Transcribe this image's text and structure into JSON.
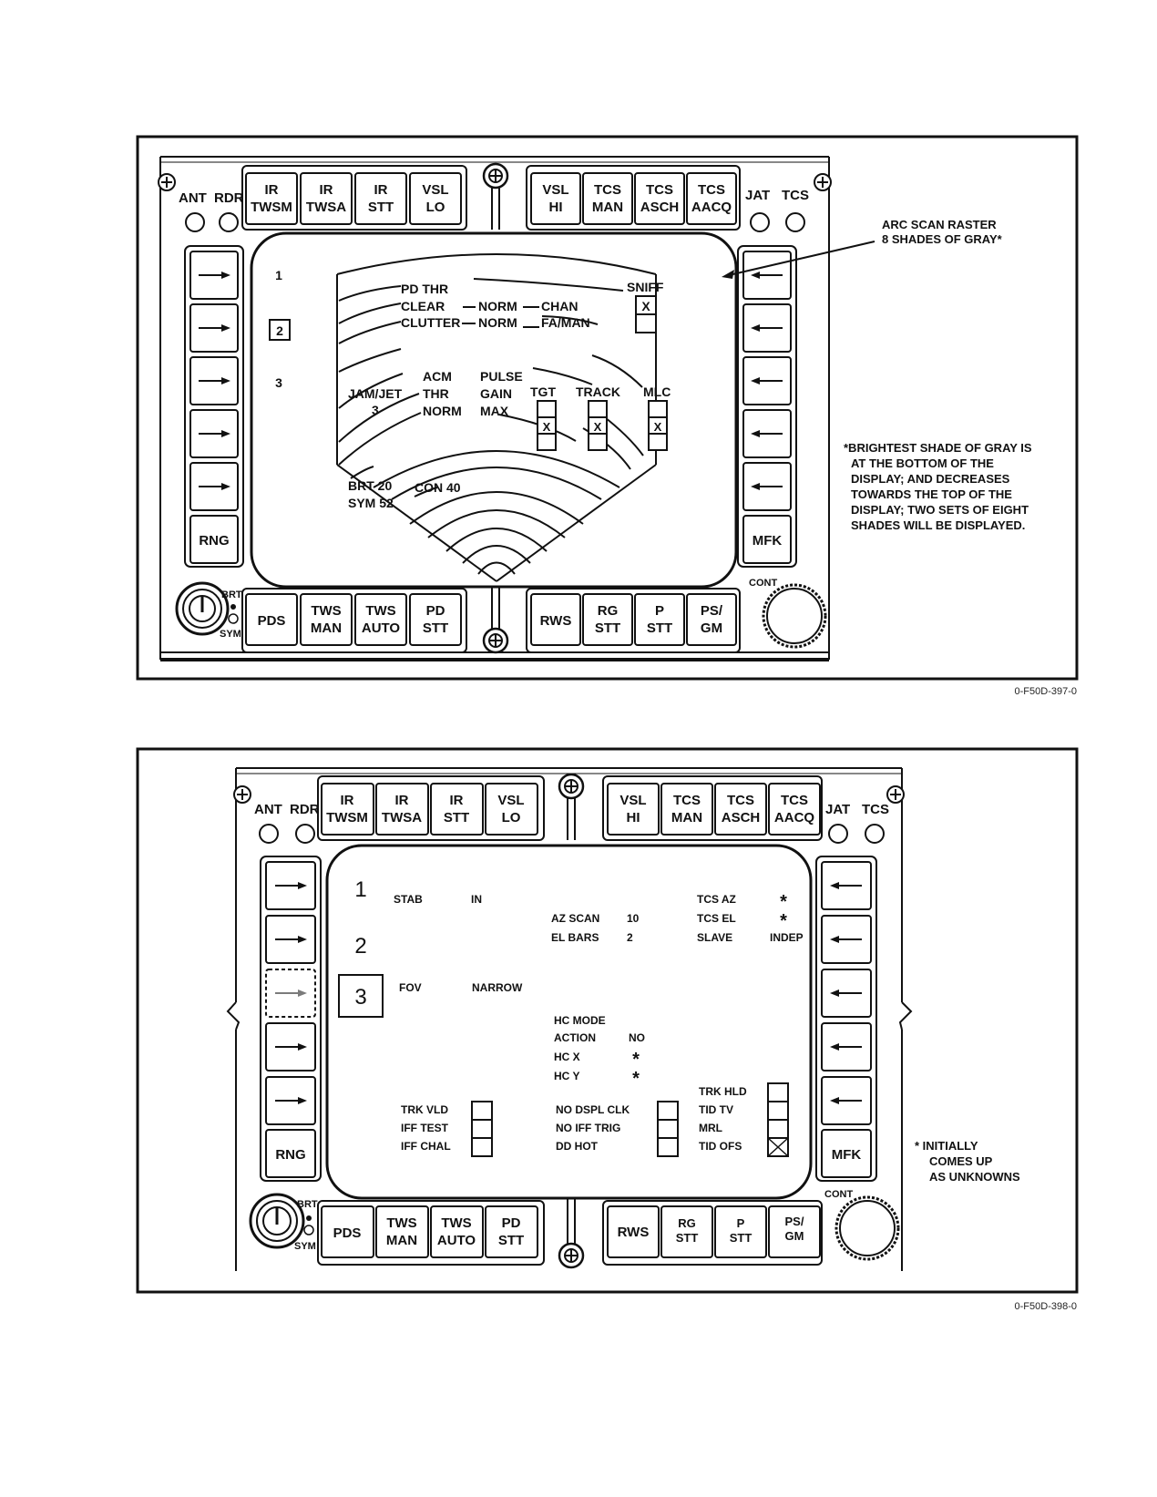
{
  "figure1": {
    "id": "0-F50D-397-0",
    "top_left": [
      "ANT",
      "RDR"
    ],
    "top_right": [
      "JAT",
      "TCS"
    ],
    "top_left_buttons": [
      [
        "IR",
        "TWSM"
      ],
      [
        "IR",
        "TWSA"
      ],
      [
        "IR",
        "STT"
      ],
      [
        "VSL",
        "LO"
      ]
    ],
    "top_right_buttons": [
      [
        "VSL",
        "HI"
      ],
      [
        "TCS",
        "MAN"
      ],
      [
        "TCS",
        "ASCH"
      ],
      [
        "TCS",
        "AACQ"
      ]
    ],
    "bottom_left_buttons": [
      [
        "PDS"
      ],
      [
        "TWS",
        "MAN"
      ],
      [
        "TWS",
        "AUTO"
      ],
      [
        "PD",
        "STT"
      ]
    ],
    "bottom_right_buttons": [
      [
        "RWS"
      ],
      [
        "RG",
        "STT"
      ],
      [
        "P",
        "STT"
      ],
      [
        "PS/",
        "GM"
      ]
    ],
    "left_bottom_button": "RNG",
    "right_bottom_button": "MFK",
    "knob_left": [
      "BRT",
      "SYM"
    ],
    "knob_right": "CONT",
    "screen": {
      "num1": "1",
      "num2": "2",
      "num3": "3",
      "pd_thr": "PD THR",
      "sniff": "SNIFF",
      "clear": "CLEAR",
      "norm1": "NORM",
      "chan": "CHAN",
      "clutter": "CLUTTER",
      "norm2": "NORM",
      "faman": "FA/MAN",
      "acm": "ACM",
      "pulse": "PULSE",
      "jamjet": "JAM/JET",
      "jam_value": "3",
      "thr": "THR",
      "gain": "GAIN",
      "tgt": "TGT",
      "track": "TRACK",
      "mlc": "MLC",
      "norm3": "NORM",
      "max": "MAX",
      "brt": "BRT 20",
      "con": "CON 40",
      "sym": "SYM 52",
      "x": "X"
    },
    "callout": [
      "ARC SCAN RASTER",
      "8 SHADES OF GRAY*"
    ],
    "note": [
      "*BRIGHTEST SHADE OF GRAY IS",
      "AT THE BOTTOM OF THE",
      "DISPLAY; AND DECREASES",
      "TOWARDS THE TOP OF THE",
      "DISPLAY; TWO SETS OF EIGHT",
      "SHADES WILL BE DISPLAYED."
    ]
  },
  "figure2": {
    "id": "0-F50D-398-0",
    "screen": {
      "num1": "1",
      "num2": "2",
      "num3": "3",
      "stab": "STAB",
      "stab_val": "IN",
      "az_scan": "AZ SCAN",
      "az_val": "10",
      "el_bars": "EL BARS",
      "el_val": "2",
      "tcs_az": "TCS AZ",
      "tcs_el": "TCS EL",
      "slave": "SLAVE",
      "slave_val": "INDEP",
      "star": "*",
      "fov": "FOV",
      "fov_val": "NARROW",
      "hc_mode": "HC MODE",
      "action": "ACTION",
      "action_val": "NO",
      "hcx": "HC X",
      "hcy": "HC Y",
      "trk_vld": "TRK VLD",
      "iff_test": "IFF TEST",
      "iff_chal": "IFF CHAL",
      "no_dspl_clk": "NO DSPL CLK",
      "no_iff_trig": "NO IFF TRIG",
      "dd_hot": "DD HOT",
      "trk_hld": "TRK HLD",
      "tid_tv": "TID TV",
      "mrl": "MRL",
      "tid_ofs": "TID OFS"
    },
    "note": [
      "*  INITIALLY",
      "COMES UP",
      "AS UNKNOWNS"
    ]
  }
}
